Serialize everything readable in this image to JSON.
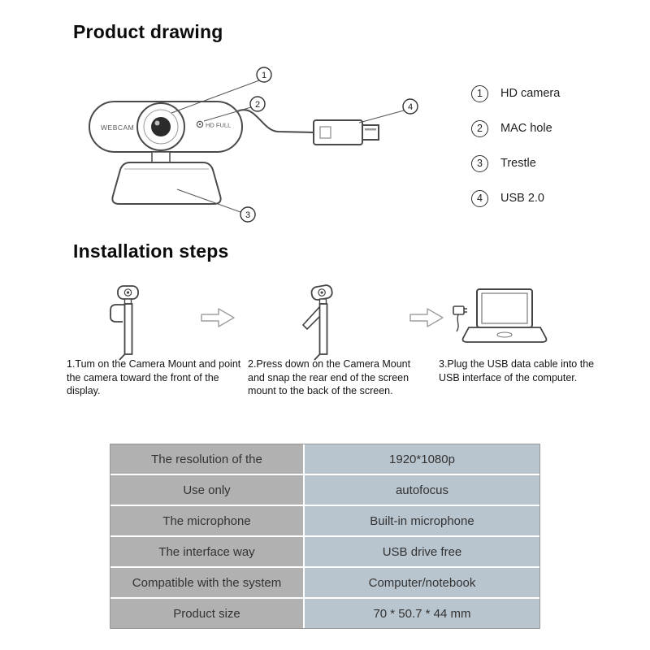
{
  "headings": {
    "product_drawing": "Product drawing",
    "installation_steps": "Installation steps"
  },
  "device": {
    "brand_label": "WEBCAM",
    "hd_label": "HD FULL"
  },
  "legend": {
    "items": [
      {
        "num": "1",
        "label": "HD camera"
      },
      {
        "num": "2",
        "label": "MAC hole"
      },
      {
        "num": "3",
        "label": "Trestle"
      },
      {
        "num": "4",
        "label": "USB 2.0"
      }
    ]
  },
  "steps": [
    {
      "text": "1.Tum on the Camera Mount and point the camera toward the front of the display."
    },
    {
      "text": "2.Press down on the Camera Mount and snap the rear end of the screen mount to the back of the screen."
    },
    {
      "text": "3.Plug the USB data cable into the USB interface of the computer."
    }
  ],
  "spec_table": {
    "rows": [
      {
        "label": "The resolution of the",
        "value": "1920*1080p"
      },
      {
        "label": "Use only",
        "value": "autofocus"
      },
      {
        "label": "The microphone",
        "value": "Built-in microphone"
      },
      {
        "label": "The interface way",
        "value": "USB drive free"
      },
      {
        "label": "Compatible with the system",
        "value": "Computer/notebook"
      },
      {
        "label": "Product size",
        "value": "70 * 50.7 * 44 mm"
      }
    ]
  },
  "icons": {
    "step_arrow": "hollow-right-arrow",
    "mic_hole": "mic-hole-dot",
    "usb_plug": "usb-plug",
    "laptop": "laptop"
  },
  "colors": {
    "label_cell_bg": "#b1b1b1",
    "value_cell_bg": "#b9c5ce",
    "outline": "#4a4a4a"
  }
}
